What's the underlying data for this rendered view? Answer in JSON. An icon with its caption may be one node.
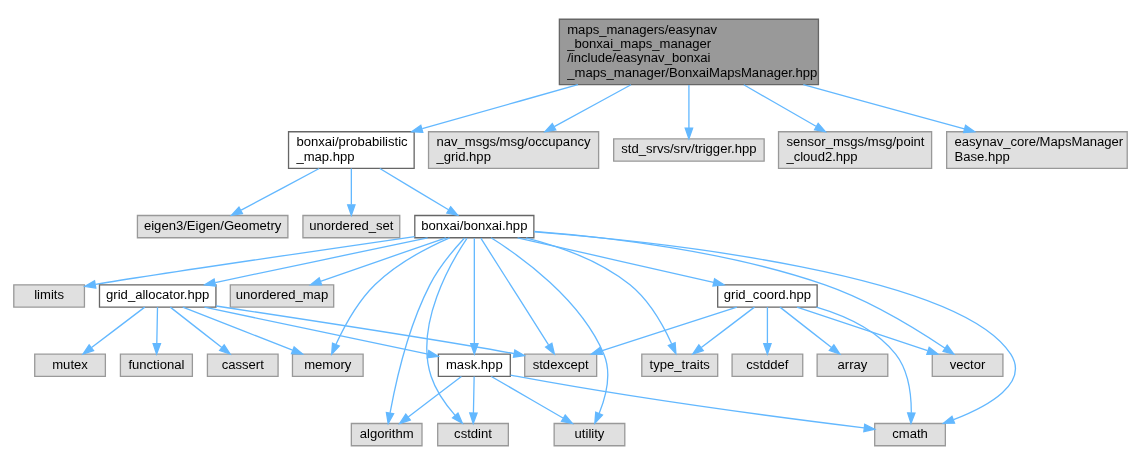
{
  "diagram": {
    "nodes": [
      {
        "text": [
          "maps_managers/easynav _bonxai_maps_manager /include/easynav_bonxai _maps_manager/BonxaiMapsManager.hpp"
        ]
      },
      {
        "text": [
          "bonxai/probabilistic _map.hpp"
        ]
      },
      {
        "text": [
          "nav_msgs/msg/occupancy _grid.hpp"
        ]
      },
      {
        "text": [
          "std_srvs/srv/trigger.hpp"
        ]
      },
      {
        "text": [
          "sensor_msgs/msg/point _cloud2.hpp"
        ]
      },
      {
        "text": [
          "easynav_core/MapsManager Base.hpp"
        ]
      },
      {
        "text": [
          "eigen3/Eigen/Geometry"
        ]
      },
      {
        "text": [
          "unordered_set"
        ]
      },
      {
        "text": [
          "bonxai/bonxai.hpp"
        ]
      },
      {
        "text": [
          "limits"
        ]
      },
      {
        "text": [
          "grid_allocator.hpp"
        ]
      },
      {
        "text": [
          "unordered_map"
        ]
      },
      {
        "text": [
          "grid_coord.hpp"
        ]
      },
      {
        "text": [
          "mask.hpp"
        ]
      },
      {
        "text": [
          "memory"
        ]
      },
      {
        "text": [
          "mutex"
        ]
      },
      {
        "text": [
          "functional"
        ]
      },
      {
        "text": [
          "cassert"
        ]
      },
      {
        "text": [
          "stdexcept"
        ]
      },
      {
        "text": [
          "type_traits"
        ]
      },
      {
        "text": [
          "array"
        ]
      },
      {
        "text": [
          "cstddef"
        ]
      },
      {
        "text": [
          "vector"
        ]
      },
      {
        "text": [
          "algorithm"
        ]
      },
      {
        "text": [
          "cstdint"
        ]
      },
      {
        "text": [
          "utility"
        ]
      },
      {
        "text": [
          "cmath"
        ]
      }
    ],
    "edges": [
      {
        "from": 0,
        "to": 1,
        "arrow": "to"
      },
      {
        "from": 0,
        "to": 2,
        "arrow": "to"
      },
      {
        "from": 0,
        "to": 3,
        "arrow": "to"
      },
      {
        "from": 0,
        "to": 4,
        "arrow": "to"
      },
      {
        "from": 0,
        "to": 5,
        "arrow": "to"
      },
      {
        "from": 1,
        "to": 6,
        "arrow": "to"
      },
      {
        "from": 1,
        "to": 7,
        "arrow": "to"
      },
      {
        "from": 1,
        "to": 8,
        "arrow": "to"
      },
      {
        "from": 8,
        "to": 23,
        "arrow": "to"
      },
      {
        "from": 8,
        "to": 24,
        "arrow": "to"
      },
      {
        "from": 8,
        "to": 13,
        "arrow": "to"
      },
      {
        "from": 8,
        "to": 9,
        "arrow": "to"
      },
      {
        "from": 8,
        "to": 25,
        "arrow": "to"
      },
      {
        "from": 8,
        "to": 14,
        "arrow": "to"
      },
      {
        "from": 8,
        "to": 10,
        "arrow": "to"
      },
      {
        "from": 8,
        "to": 11,
        "arrow": "to"
      },
      {
        "from": 8,
        "to": 18,
        "arrow": "to"
      },
      {
        "from": 8,
        "to": 19,
        "arrow": "to"
      },
      {
        "from": 8,
        "to": 12,
        "arrow": "to"
      },
      {
        "from": 8,
        "to": 22,
        "arrow": "to"
      },
      {
        "from": 8,
        "to": 26,
        "arrow": "to"
      },
      {
        "from": 10,
        "to": 13,
        "arrow": "to"
      },
      {
        "from": 10,
        "to": 14,
        "arrow": "to"
      },
      {
        "from": 10,
        "to": 15,
        "arrow": "to"
      },
      {
        "from": 10,
        "to": 16,
        "arrow": "to"
      },
      {
        "from": 10,
        "to": 17,
        "arrow": "to"
      },
      {
        "from": 10,
        "to": 18,
        "arrow": "to"
      },
      {
        "from": 12,
        "to": 18,
        "arrow": "to"
      },
      {
        "from": 12,
        "to": 19,
        "arrow": "to"
      },
      {
        "from": 12,
        "to": 26,
        "arrow": "to"
      },
      {
        "from": 12,
        "to": 20,
        "arrow": "to"
      },
      {
        "from": 12,
        "to": 21,
        "arrow": "to"
      },
      {
        "from": 12,
        "to": 22,
        "arrow": "to"
      },
      {
        "from": 13,
        "to": 23,
        "arrow": "to"
      },
      {
        "from": 13,
        "to": 24,
        "arrow": "to"
      },
      {
        "from": 13,
        "to": 25,
        "arrow": "to"
      },
      {
        "from": 13,
        "to": 26,
        "arrow": "to"
      }
    ]
  }
}
